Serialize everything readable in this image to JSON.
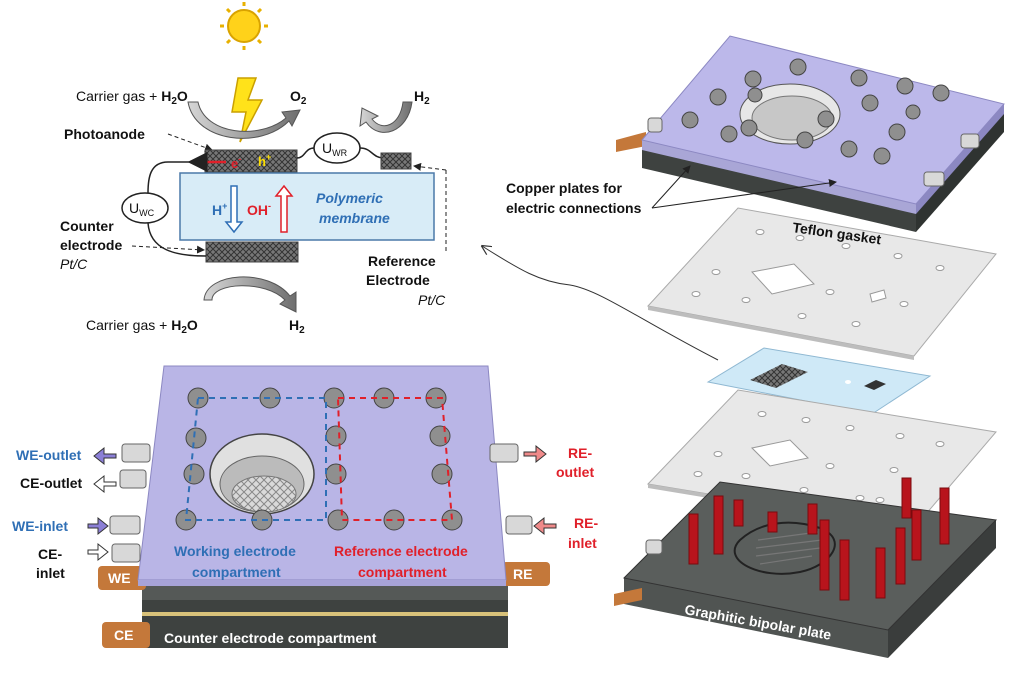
{
  "scheme": {
    "carrier_top_pre": "Carrier gas + ",
    "carrier_top_bold": "H",
    "carrier_top_sub": "2",
    "carrier_top_o": "O",
    "o2_main": "O",
    "o2_sub": "2",
    "h2_top_main": "H",
    "h2_top_sub": "2",
    "photoanode": "Photoanode",
    "e_minus": "e",
    "h_plus": "h",
    "uwr_main": "U",
    "uwr_sub": "WR",
    "uwc_main": "U",
    "uwc_sub": "WC",
    "h_plus_membrane": "H",
    "oh_minus": "OH",
    "membrane_line1": "Polymeric",
    "membrane_line2": "membrane",
    "counter_line1": "Counter",
    "counter_line2": "electrode",
    "counter_line3": "Pt/C",
    "reference_line1": "Reference",
    "reference_line2": "Electrode",
    "reference_line3": "Pt/C",
    "carrier_bottom_pre": "Carrier gas + ",
    "carrier_bottom_bold": "H",
    "carrier_bottom_sub": "2",
    "carrier_bottom_o": "O",
    "h2_bottom_main": "H",
    "h2_bottom_sub": "2"
  },
  "exploded": {
    "copper_line1": "Copper plates for",
    "copper_line2": "electric connections",
    "teflon": "Teflon gasket",
    "bipolar": "Graphitic bipolar plate"
  },
  "cell": {
    "we_outlet": "WE-outlet",
    "ce_outlet": "CE-outlet",
    "we_inlet": "WE-inlet",
    "ce_inlet_1": "CE-",
    "ce_inlet_2": "inlet",
    "re_outlet_1": "RE-",
    "re_outlet_2": "outlet",
    "re_inlet_1": "RE-",
    "re_inlet_2": "inlet",
    "we_tab": "WE",
    "re_tab": "RE",
    "ce_tab": "CE",
    "working_line1": "Working electrode",
    "working_line2": "compartment",
    "reference_line1": "Reference electrode",
    "reference_line2": "compartment",
    "counter_compartment": "Counter electrode compartment"
  },
  "colors": {
    "plate": "#b9b5e6",
    "copper": "#c4783a",
    "graphite": "#4a4e4c",
    "membrane": "#d8ecf7",
    "we_blue": "#2f6fb5",
    "re_red": "#e0202a",
    "rod_red": "#b8141c"
  }
}
